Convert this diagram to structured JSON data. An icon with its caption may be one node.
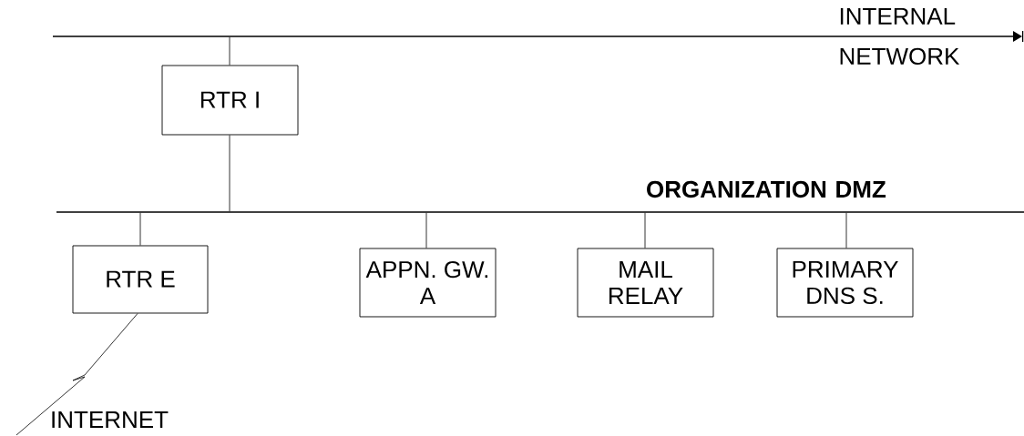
{
  "diagram": {
    "nodes": [
      {
        "text": [],
        "shape": "bar"
      },
      {
        "text": [
          "RTR I"
        ]
      },
      {
        "text": [],
        "shape": "bar"
      },
      {
        "text": [
          "RTR E"
        ]
      },
      {
        "text": [
          "APPN. GW.  A"
        ]
      },
      {
        "text": [
          "MAIL RELAY"
        ]
      },
      {
        "text": [
          "PRIMARY DNS  S."
        ]
      }
    ],
    "edges": [
      {
        "from": 0,
        "to": 1,
        "arrow": "none"
      },
      {
        "from": 1,
        "to": 2,
        "arrow": "none"
      },
      {
        "from": 2,
        "to": 3,
        "arrow": "none"
      },
      {
        "from": 2,
        "to": 4,
        "arrow": "none"
      },
      {
        "from": 2,
        "to": 5,
        "arrow": "none"
      },
      {
        "from": 2,
        "to": 6,
        "arrow": "none"
      },
      {
        "from": 3,
        "to": null,
        "arrow": "none"
      }
    ],
    "labels": [
      "INTERNAL NETWORK",
      "ORGANIZATION  DMZ",
      "INTERNET"
    ]
  }
}
